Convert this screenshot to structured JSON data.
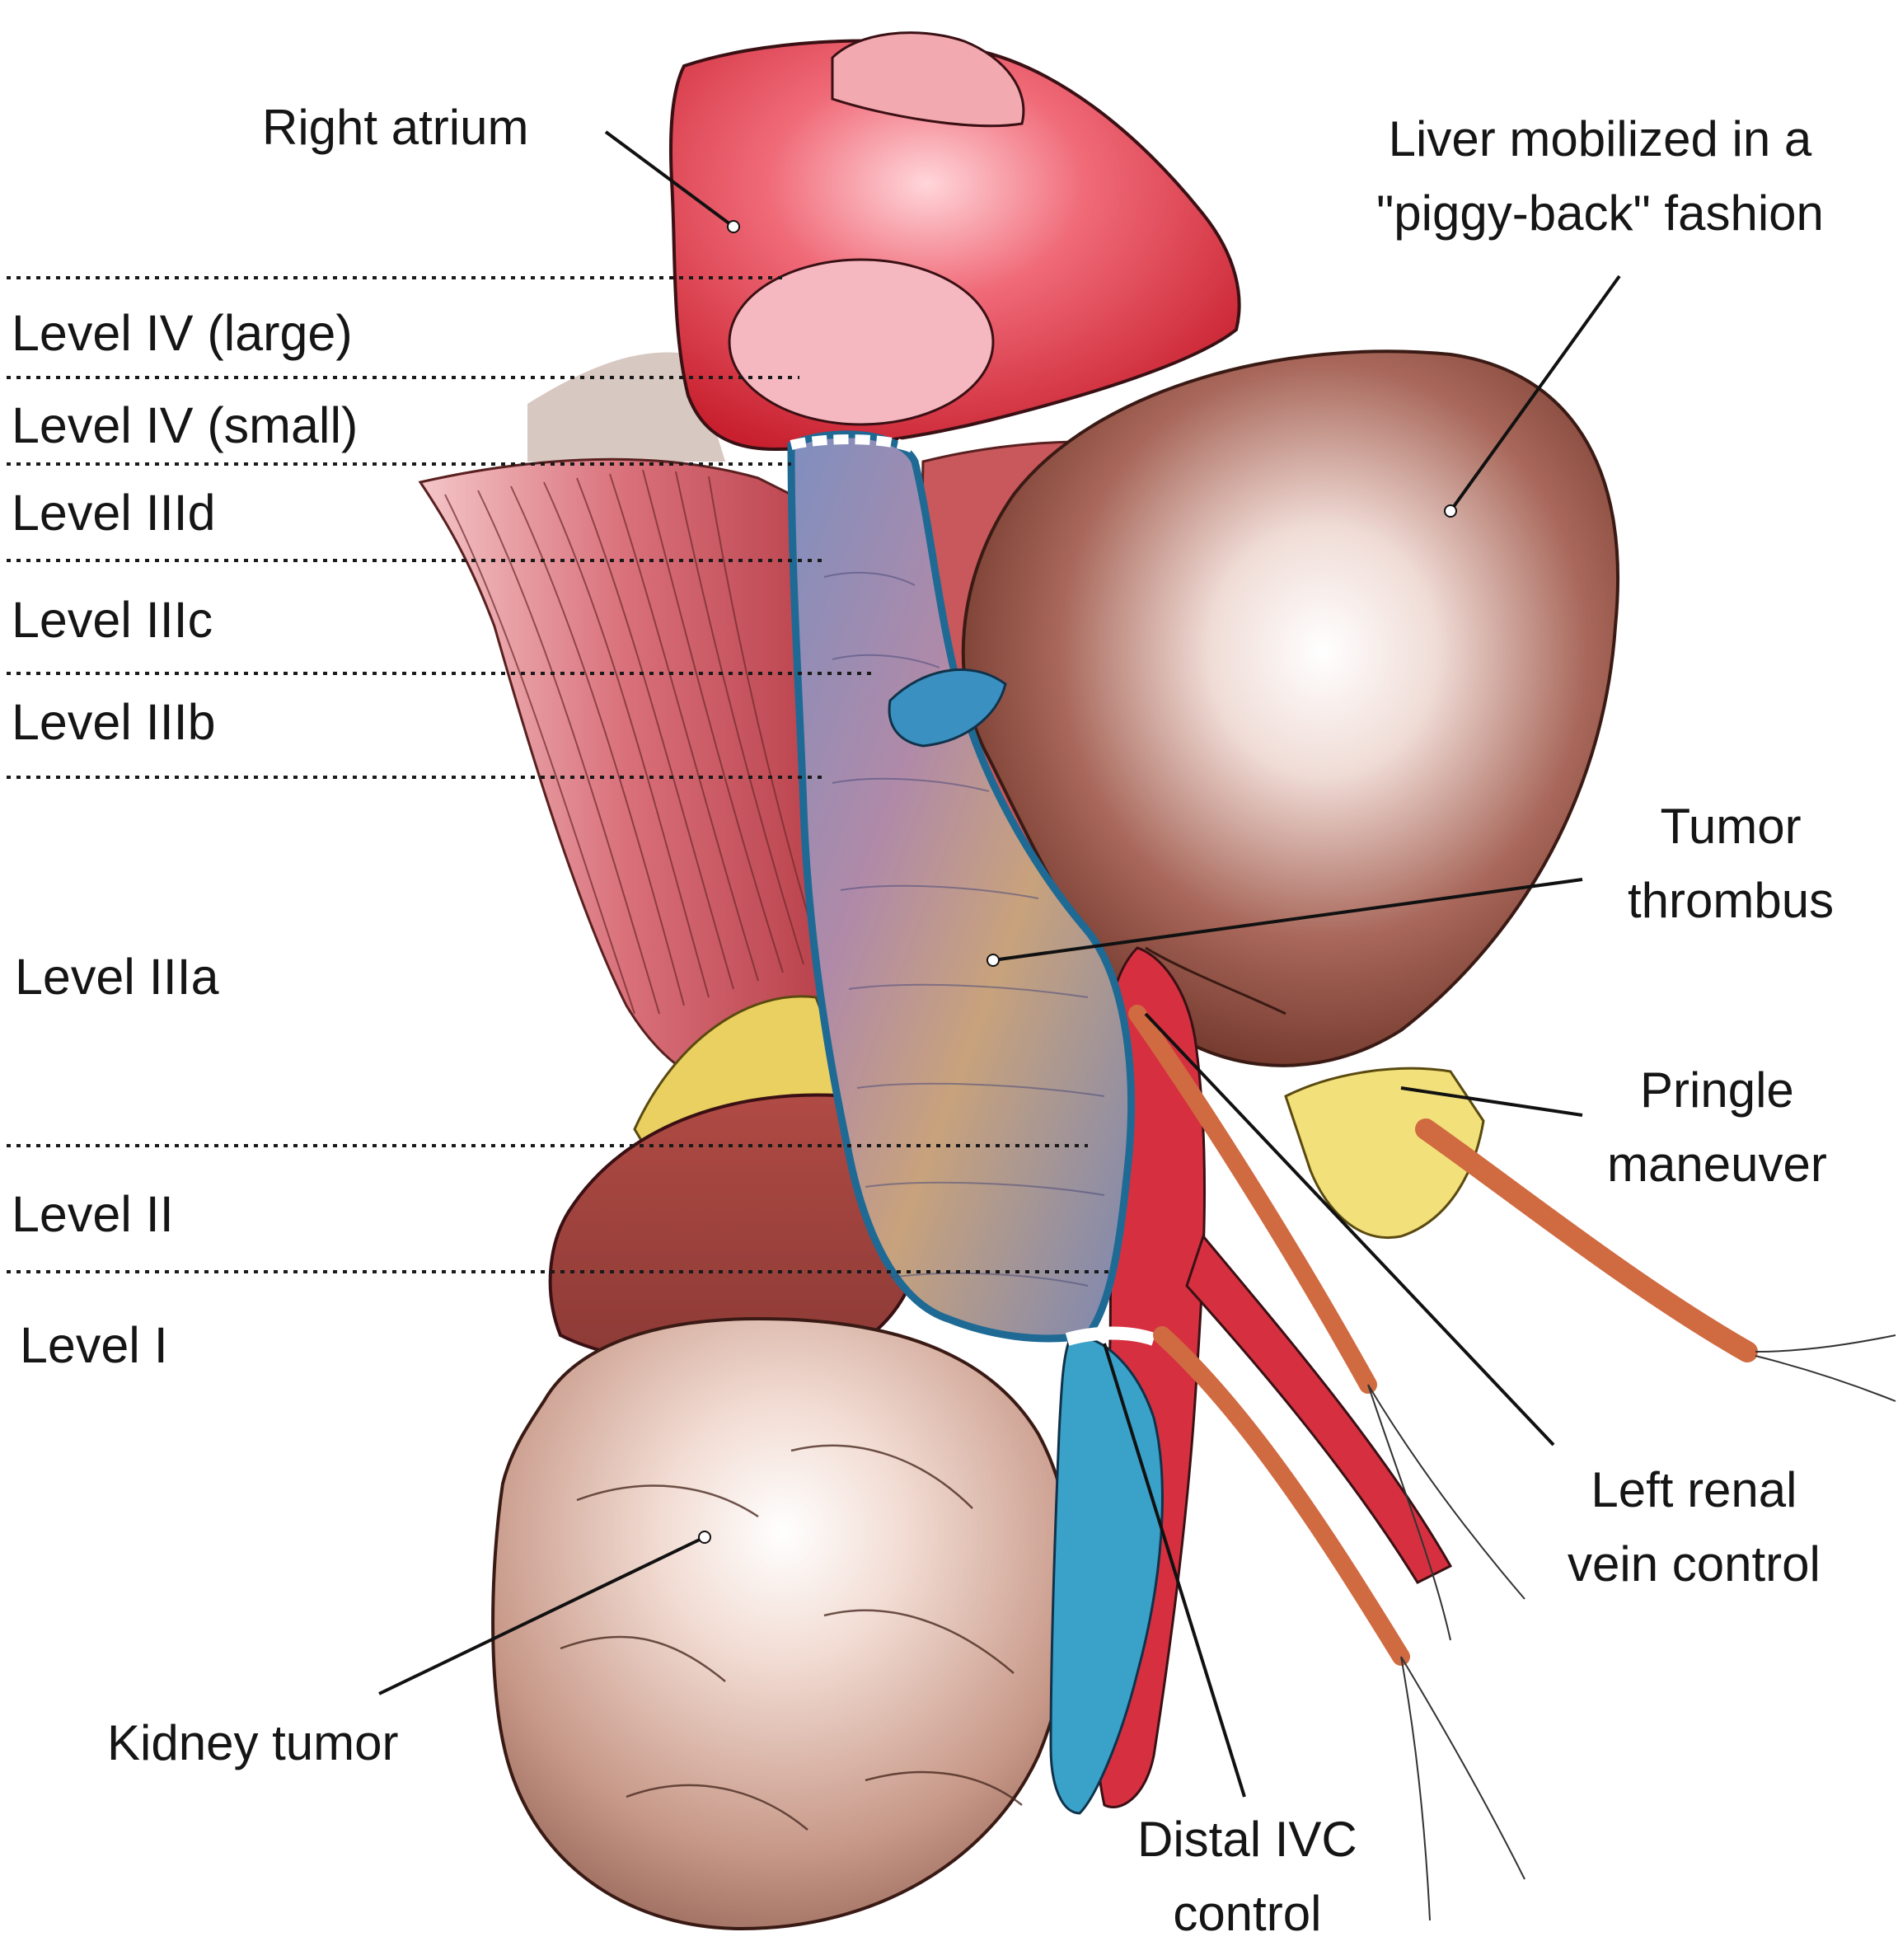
{
  "levels": {
    "level_iv_large": "Level IV (large)",
    "level_iv_small": "Level IV (small)",
    "level_iiid": "Level IIId",
    "level_iiic": "Level IIIc",
    "level_iiib": "Level IIIb",
    "level_iiia": "Level IIIa",
    "level_ii": "Level II",
    "level_i": "Level I"
  },
  "labels": {
    "right_atrium": "Right atrium",
    "liver": [
      "Liver mobilized in a",
      "\"piggy-back\" fashion"
    ],
    "tumor_thrombus": [
      "Tumor",
      "thrombus"
    ],
    "pringle": [
      "Pringle",
      "maneuver"
    ],
    "left_renal": [
      "Left renal",
      "vein control"
    ],
    "distal_ivc": [
      "Distal IVC",
      "control"
    ],
    "kidney_tumor": "Kidney tumor"
  },
  "colors": {
    "atrium": "#e2384a",
    "liver": "#8a4a3c",
    "thrombus": "#8f7fb0",
    "ivc_blue": "#3aa2c8",
    "aorta": "#d63040",
    "kidney_tumor": "#c99a8a",
    "muscle": "#c9585c",
    "fat": "#e9d060",
    "vessel_loop": "#d06a40"
  }
}
